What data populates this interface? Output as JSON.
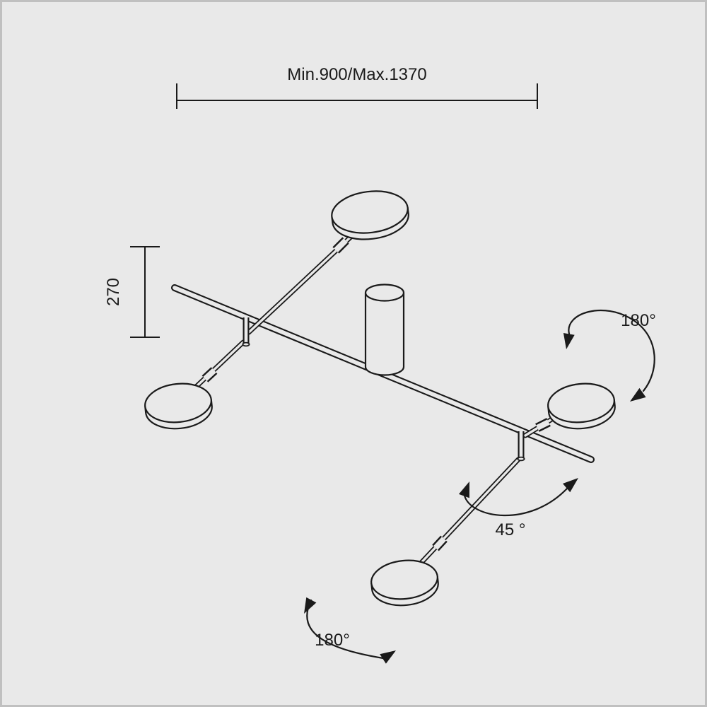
{
  "colors": {
    "background": "#e9e9e9",
    "line": "#1a1a1a",
    "frame": "#c0c0c0"
  },
  "dimensions": {
    "width_label": "Min.900/Max.1370",
    "height_label": "270"
  },
  "angles": {
    "right_rotation": "180°",
    "tilt": "45 °",
    "bottom_rotation": "180°"
  }
}
